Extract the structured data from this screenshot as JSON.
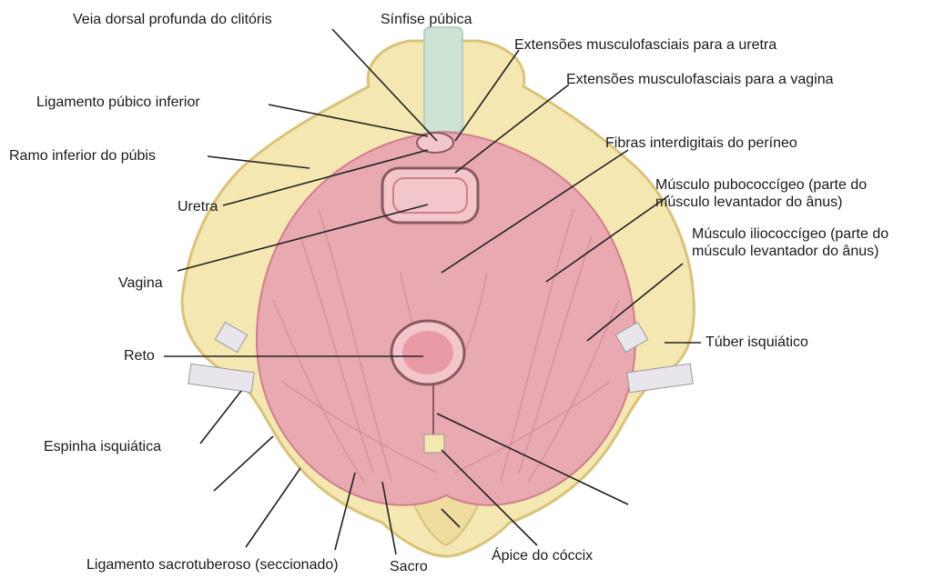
{
  "colors": {
    "bone": "#f5e7b2",
    "bone_edge": "#d9c27a",
    "muscle": "#e8a9b1",
    "muscle_dark": "#cf7f8b",
    "muscle_light": "#f2c6cb",
    "symphysis": "#cfe3d4",
    "ligament": "#e8e6ec",
    "leader": "#222222"
  },
  "labels": {
    "veia_dorsal": "Veia dorsal profunda do clitóris",
    "sinfise": "Sínfise púbica",
    "ext_uretra": "Extensões musculofasciais para a uretra",
    "ext_vagina": "Extensões musculofasciais para a vagina",
    "ligamento_pubico": "Ligamento púbico inferior",
    "fibras": "Fibras interdigitais do períneo",
    "ramo_pubis": "Ramo inferior do púbis",
    "pubococcigeo_1": "Músculo pubococcígeo (parte do",
    "pubococcigeo_2": "músculo levantador do ânus)",
    "uretra": "Uretra",
    "iliococcigeo_1": "Músculo iliococcígeo (parte do",
    "iliococcigeo_2": "músculo levantador do ânus)",
    "vagina": "Vagina",
    "tuber": "Túber isquiático",
    "reto": "Reto",
    "espinha": "Espinha isquiática",
    "ligamento_sacro": "Ligamento sacrotuberoso (seccionado)",
    "sacro": "Sacro",
    "apice": "Ápice do cóccix"
  }
}
